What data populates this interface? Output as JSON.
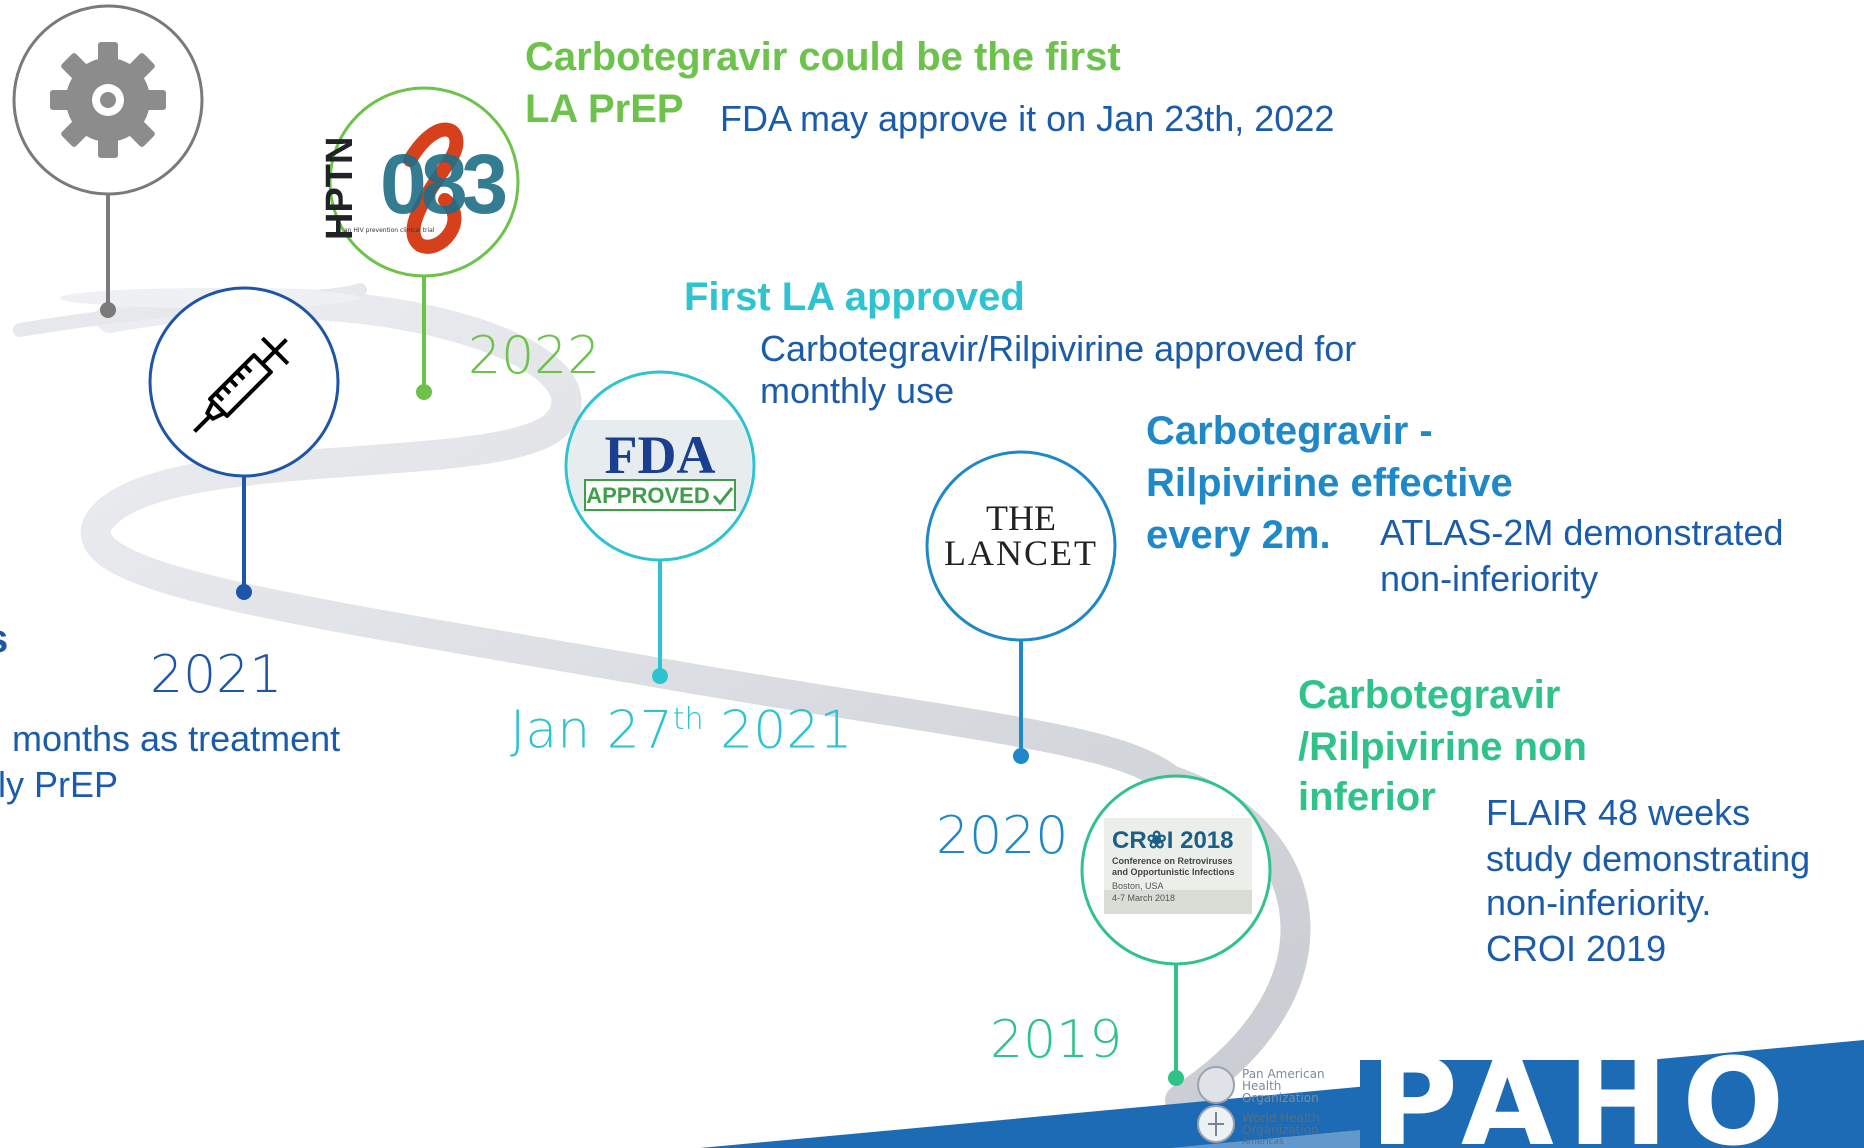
{
  "milestones": {
    "pipeline": {
      "icon": "gear-icon"
    },
    "y2021": {
      "year": "2021",
      "lines": [
        "months as treatment",
        "ly PrEP"
      ],
      "heading_fragment": "s",
      "icon": "syringe-icon"
    },
    "y2022": {
      "year": "2022",
      "heading_line1": "Carbotegravir could be the first",
      "heading_line2": "LA PrEP",
      "body": "FDA may approve it on Jan 23th, 2022",
      "logo": {
        "left": "HPTN",
        "number": "083",
        "tagline": "an HIV prevention clinical trial"
      }
    },
    "jan2021": {
      "date_prefix": "Jan 27",
      "date_sup": "th",
      "date_suffix": " 2021",
      "heading": "First LA approved",
      "body_line1": "Carbotegravir/Rilpivirine approved for",
      "body_line2": "monthly use",
      "logo": {
        "title": "FDA",
        "subtitle": "APPROVED"
      }
    },
    "y2020": {
      "year": "2020",
      "heading_line1": "Carbotegravir -",
      "heading_line2": "Rilpivirine effective",
      "heading_line3": "every 2m.",
      "body_line1": "ATLAS-2M demonstrated",
      "body_line2": "non-inferiority",
      "logo": {
        "line1": "THE",
        "line2": "LANCET"
      }
    },
    "y2019": {
      "year": "2019",
      "heading_line1": "Carbotegravir",
      "heading_line2": "/Rilpivirine non",
      "heading_line3": "inferior",
      "body_lines": [
        "FLAIR 48 weeks",
        "study demonstrating",
        "non-inferiority.",
        "CROI 2019"
      ],
      "logo": {
        "title": "CR❀I 2018",
        "line1": "Conference on Retroviruses",
        "line2": "and Opportunistic Infections",
        "line3": "Boston, USA",
        "line4": "4-7 March 2018"
      }
    }
  },
  "footer": {
    "org1": [
      "Pan American",
      "Health",
      "Organization"
    ],
    "org2": [
      "World Health",
      "Organization"
    ],
    "org2_region": "Americas",
    "brand": "PAHO"
  },
  "colors": {
    "gray": "#7a7a7a",
    "blue_dark": "#1f55a8",
    "green": "#6cc24a",
    "teal": "#2dc3d0",
    "blue": "#1e88c8",
    "emerald": "#2fc38a",
    "road": "#dcdee2",
    "paho_blue": "#1d6bb5"
  }
}
